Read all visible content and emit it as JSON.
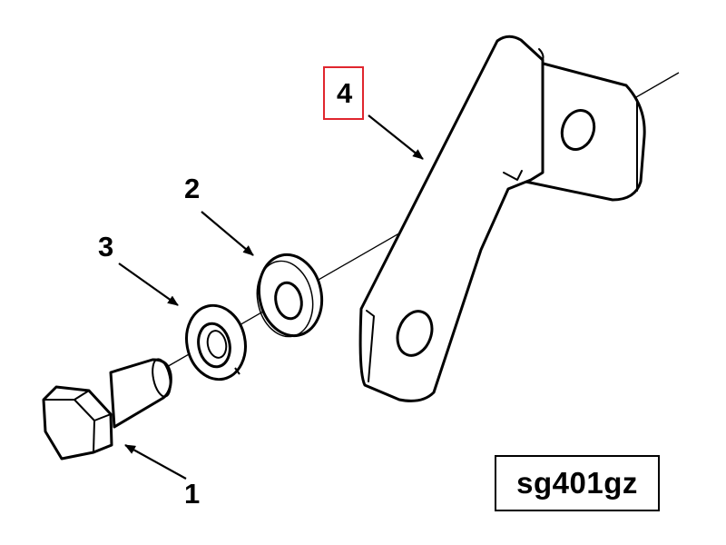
{
  "diagram": {
    "callouts": {
      "part1": "1",
      "part2": "2",
      "part3": "3",
      "part4": "4"
    },
    "reference_code": "sg401gz",
    "highlighted_callout": "4",
    "colors": {
      "line": "#000000",
      "highlight": "#e0262e",
      "background": "#ffffff"
    }
  }
}
